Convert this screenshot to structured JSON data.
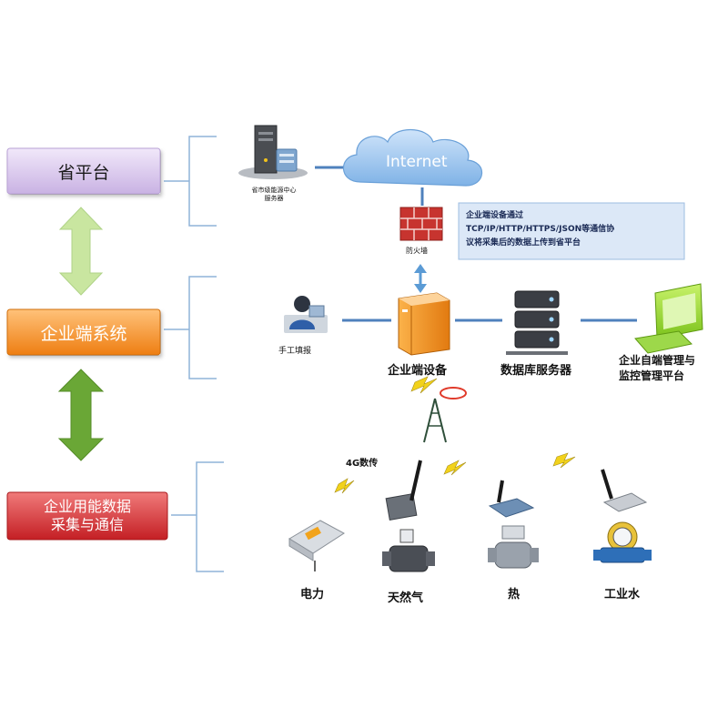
{
  "levels": {
    "province": "省平台",
    "enterprise_system": "企业端系统",
    "collection_line1": "企业用能数据",
    "collection_line2": "采集与通信"
  },
  "nodes": {
    "city_server_line1": "省市级能源中心",
    "city_server_line2": "服务器",
    "internet": "Internet",
    "firewall": "防火墙",
    "manual_entry": "手工填报",
    "enterprise_device": "企业端设备",
    "db_server": "数据库服务器",
    "self_mgmt_line1": "企业自端管理与",
    "self_mgmt_line2": "监控管理平台",
    "wireless_label": "4G数传"
  },
  "callout": {
    "line1": "企业端设备通过",
    "line2": "TCP/IP/HTTP/HTTPS/JSON等通信协",
    "line3": "议将采集后的数据上传到省平台"
  },
  "meters": {
    "electric": "电力",
    "gas": "天然气",
    "heat": "热",
    "water": "工业水"
  },
  "colors": {
    "province_box": "#d9c6ec",
    "enterprise_box": "#f5901e",
    "collection_box": "#d62e32",
    "arrow_light_green": "#c9e6a0",
    "arrow_dark_green": "#6aa736",
    "connector_blue": "#4f81bd",
    "bracket_blue": "#8fb4d9",
    "callout_fill": "#dce8f7"
  }
}
